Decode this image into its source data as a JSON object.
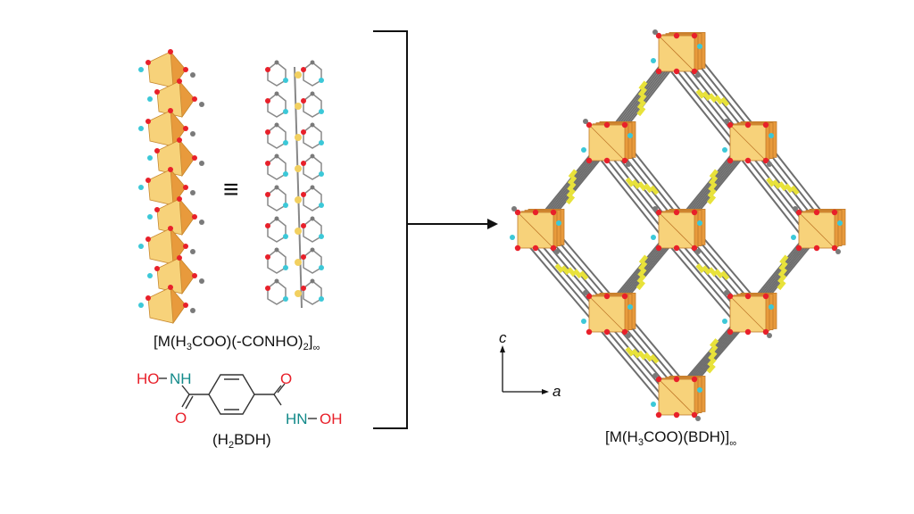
{
  "chain_formula": {
    "prefix": "[M(H",
    "sub1": "3",
    "mid": "COO)(-CONHO)",
    "sub2": "2",
    "suffix": "]",
    "inf": "∞"
  },
  "equivalence_symbol": "≡",
  "ligand": {
    "left_group": {
      "ho": "HO",
      "nh": "NH"
    },
    "left_o": "O",
    "right_o": "O",
    "right_group": {
      "hn": "HN",
      "oh": "OH"
    },
    "name": {
      "prefix": "(H",
      "sub": "2",
      "suffix": "BDH)"
    }
  },
  "axes": {
    "vertical": "c",
    "horizontal": "a"
  },
  "framework_formula": {
    "prefix": "[M(H",
    "sub1": "3",
    "mid": "COO)(BDH)]",
    "inf": "∞"
  },
  "colors": {
    "polyhedron_light": "#f7d27a",
    "polyhedron_dark": "#e89a3c",
    "oxygen": "#e8202a",
    "nitrogen": "#3cc8d8",
    "carbon": "#7a7a7a",
    "linker_ring": "#e8e23a",
    "hetero_red": "#e8202a",
    "hetero_teal": "#138a8a"
  }
}
